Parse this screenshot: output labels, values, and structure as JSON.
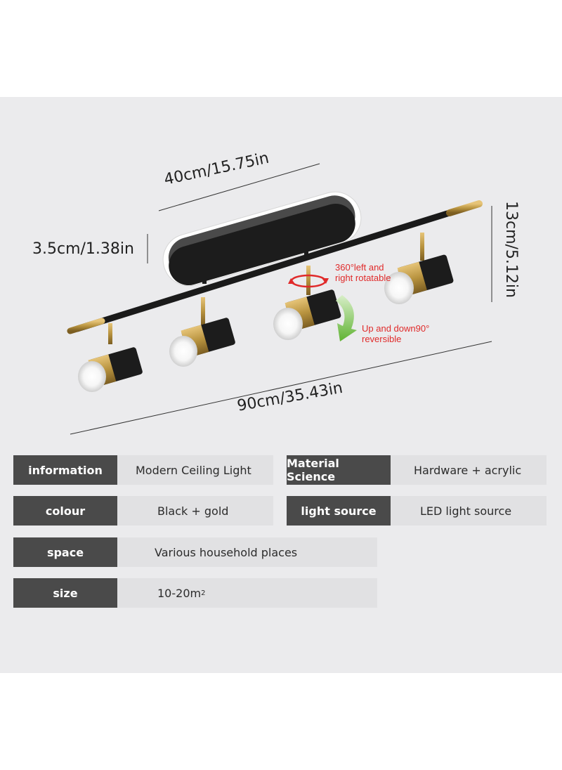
{
  "dimensions": {
    "top_width": "40cm/15.75in",
    "base_thickness": "3.5cm/1.38in",
    "height": "13cm/5.12in",
    "length": "90cm/35.43in"
  },
  "annotations": {
    "rotate_line1": "360°left and",
    "rotate_line2": "right rotatable",
    "tilt_line1": "Up and down90°",
    "tilt_line2": "reversible"
  },
  "specs": {
    "information": {
      "label": "information",
      "value": "Modern Ceiling Light"
    },
    "material": {
      "label": "Material Science",
      "value": "Hardware + acrylic"
    },
    "colour": {
      "label": "colour",
      "value": "Black + gold"
    },
    "light_source": {
      "label": "light source",
      "value": "LED light source"
    },
    "space": {
      "label": "space",
      "value": "Various household places"
    },
    "size": {
      "label": "size",
      "value": "10-20m",
      "unit_sup": "2"
    }
  },
  "colors": {
    "panel_bg": "#ebebed",
    "label_bg": "#4a4a4a",
    "value_bg": "#e1e1e3",
    "annotation_red": "#e02a2a",
    "arrow_green": "#6cbf3c",
    "gold": "#b8933f",
    "fixture_black": "#1c1c1c"
  }
}
